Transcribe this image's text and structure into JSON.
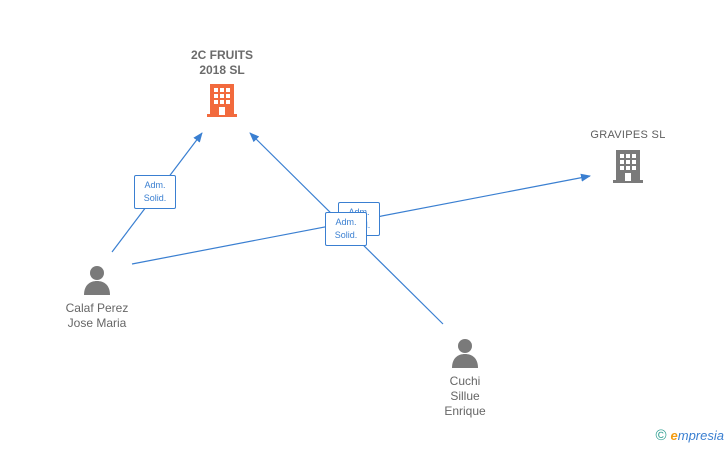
{
  "nodes": {
    "company_2c": {
      "label": "2C FRUITS\n2018  SL",
      "icon": "building-icon",
      "color": "#f26a3d"
    },
    "company_gravipes": {
      "label": "GRAVIPES  SL",
      "icon": "building-icon",
      "color": "#7a7a7a"
    },
    "person_calaf": {
      "label": "Calaf Perez\nJose Maria",
      "icon": "person-icon",
      "color": "#7a7a7a"
    },
    "person_cuchi": {
      "label": "Cuchi\nSillue\nEnrique",
      "icon": "person-icon",
      "color": "#7a7a7a"
    }
  },
  "edges": [
    {
      "from": "person_calaf",
      "to": "company_2c",
      "label": "Adm.\nSolid."
    },
    {
      "from": "person_calaf",
      "to": "company_gravipes",
      "label": "Adm.\nSolid."
    },
    {
      "from": "person_cuchi",
      "to": "company_2c",
      "label": "Adm.\nSolid."
    }
  ],
  "edge_color": "#3a7fd1",
  "brand": {
    "copyright": "©",
    "initial": "e",
    "rest": "mpresia"
  }
}
